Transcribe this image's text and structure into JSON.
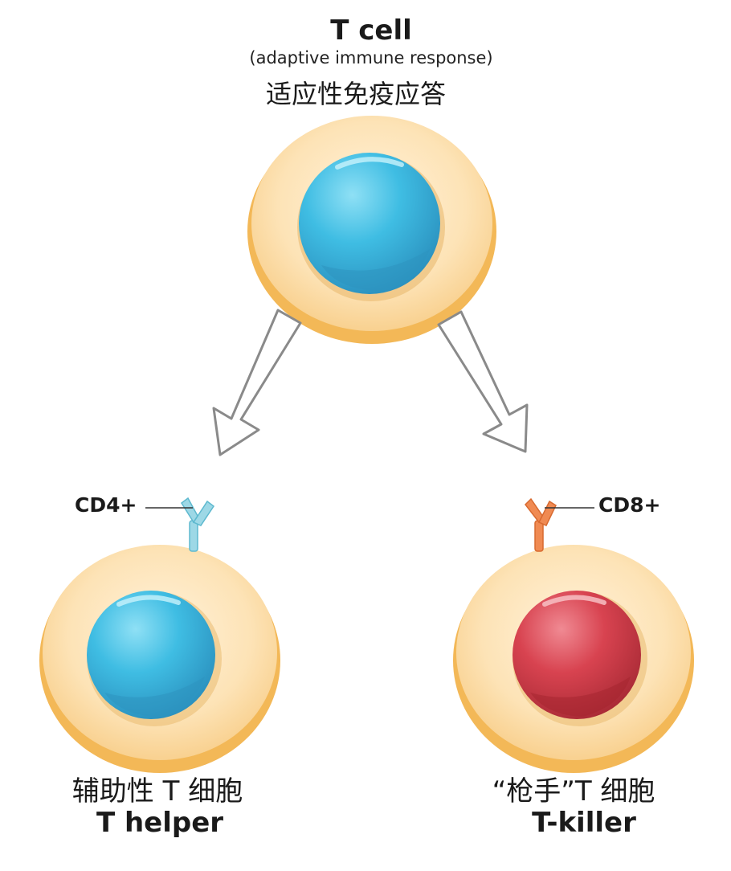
{
  "title": "T cell",
  "subtitle": "(adaptive immune response)",
  "title_cn": "适应性免疫应答",
  "left_cell": {
    "marker": "CD4+",
    "name_cn": "辅助性 T 细胞",
    "name_en": "T helper",
    "receptor_color": "#86cfdf",
    "nucleus_color": "#3db3da"
  },
  "right_cell": {
    "marker": "CD8+",
    "name_cn": "“枪手”T 细胞",
    "name_en": "T-killer",
    "receptor_color": "#f0824a",
    "nucleus_color": "#d8434d"
  },
  "colors": {
    "cell_outer": "#f5bf67",
    "cell_inner": "#fde3b8",
    "top_nucleus": "#3db3da"
  }
}
